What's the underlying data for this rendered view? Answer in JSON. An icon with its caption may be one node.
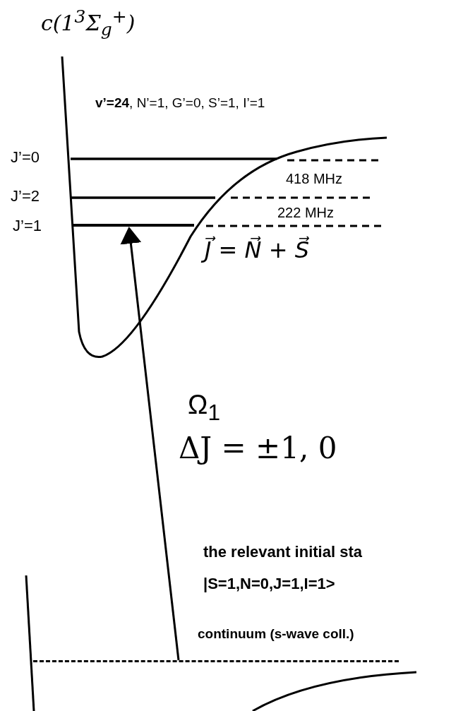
{
  "diagram": {
    "nodes": [
      {
        "text": [],
        "shape": "bar"
      },
      {
        "text": [],
        "shape": "bar"
      }
    ],
    "edges": [
      {
        "from": 1,
        "to": 0,
        "arrow": "to"
      }
    ],
    "labels": [
      "c(1$^{3}$Σ$_{g}$$^{+}$)",
      "**v’=24**,  N’=1, G’=0, S’=1, I’=1",
      "J’=0",
      "418 MHz",
      "J’=2",
      "222 MHz",
      "J’=1",
      "J⃗ = N⃗ + S⃗",
      "Ω$_{1}$",
      "ΔJ = ±1, 0",
      "the relevant initial sta",
      "|S=1,N=0,J=1,I=1>",
      "continuum (s-wave coll.)"
    ]
  }
}
